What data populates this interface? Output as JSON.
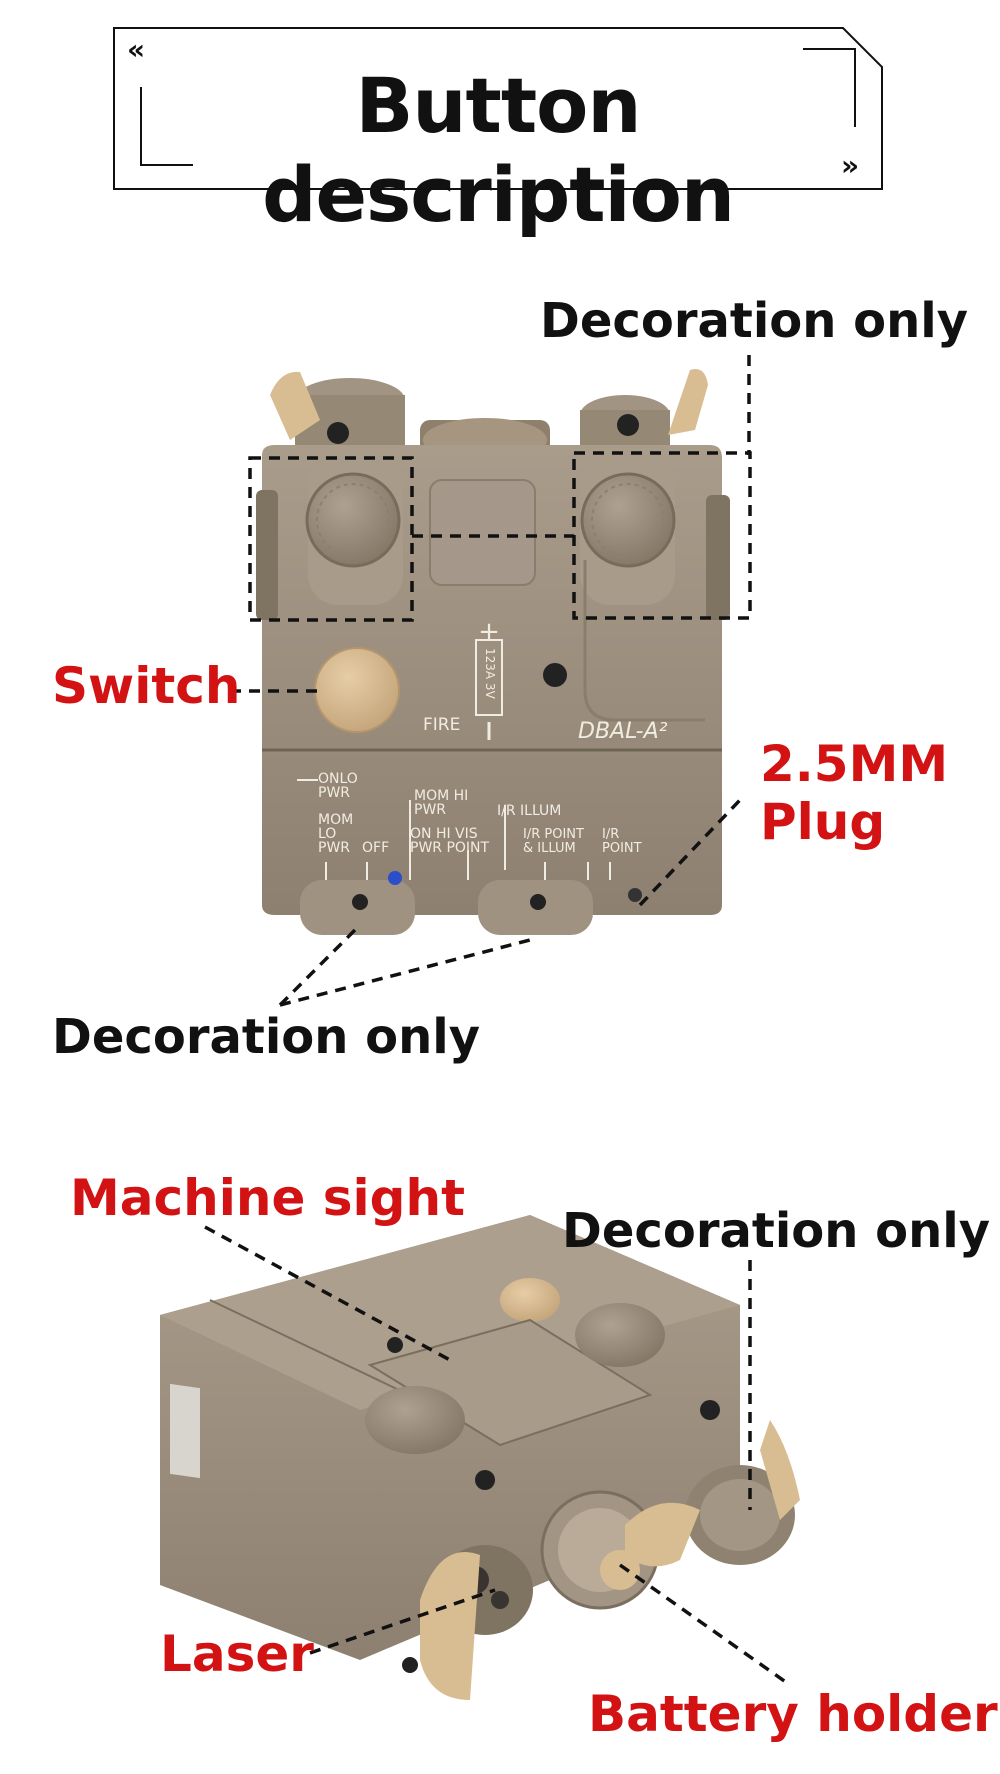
{
  "title": "Button description",
  "title_chevrons": {
    "left": "«",
    "right": "»"
  },
  "labels": {
    "top_right_decoration": "Decoration only",
    "switch": "Switch",
    "plug_line1": "2.5MM",
    "plug_line2": "Plug",
    "bottom_left_decoration": "Decoration only",
    "machine_sight": "Machine sight",
    "right_decoration": "Decoration only",
    "laser": "Laser",
    "battery_holder": "Battery holder"
  },
  "device_markings": {
    "fire": "FIRE",
    "model": "DBAL-A²",
    "battery": "123A 3V",
    "plus": "+",
    "onlo_pwr": [
      "ONLO",
      "PWR"
    ],
    "mom_lo_pwr": [
      "MOM",
      "LO",
      "PWR"
    ],
    "off": "OFF",
    "mom_hi_pwr": [
      "MOM HI",
      "PWR"
    ],
    "on_hi_vis": [
      "ON HI VIS",
      "PWR POINT"
    ],
    "ir_illum": "I/R ILLUM",
    "ir_point_illum": [
      "I/R POINT",
      "& ILLUM"
    ],
    "ir_point": [
      "I/R",
      "POINT"
    ]
  },
  "colors": {
    "accent_red": "#d31313",
    "text_black": "#111111",
    "device_tan": "#9e9080",
    "knob_tan": "#d4b78e"
  }
}
